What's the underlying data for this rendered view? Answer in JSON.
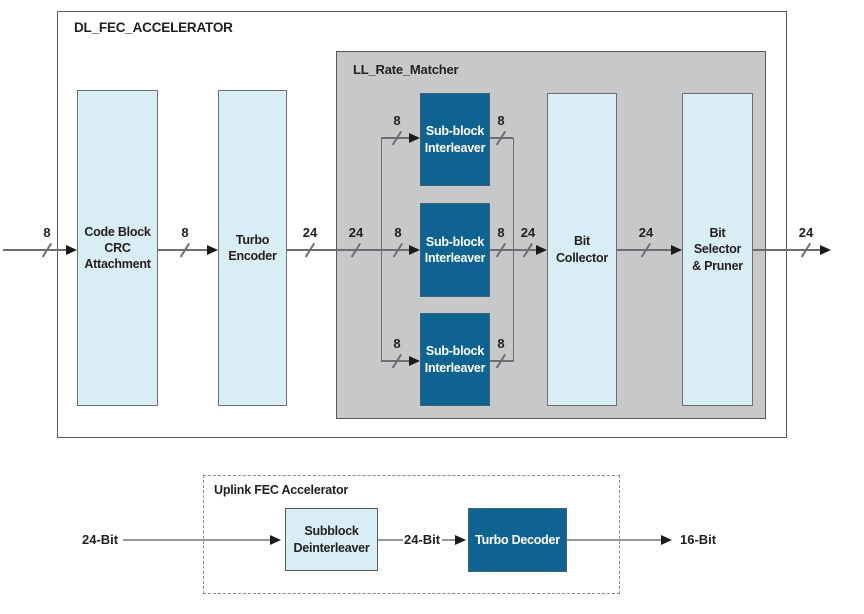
{
  "dl": {
    "title": "DL_FEC_ACCELERATOR",
    "rate_matcher": {
      "title": "LL_Rate_Matcher"
    },
    "blocks": {
      "crc": "Code Block CRC Attachment",
      "turbo_encoder": "Turbo Encoder",
      "subblock_interleaver": "Sub-block Interleaver",
      "bit_collector": "Bit Collector",
      "bit_selector": "Bit Selector & Pruner"
    },
    "bus": {
      "w8": "8",
      "w24": "24"
    }
  },
  "ul": {
    "title": "Uplink FEC Accelerator",
    "blocks": {
      "subblock_deinterleaver": "Subblock Deinterleaver",
      "turbo_decoder": "Turbo Decoder"
    },
    "labels": {
      "input": "24-Bit",
      "mid": "24-Bit",
      "output": "16-Bit"
    }
  },
  "colors": {
    "block_light": "#d9edf4",
    "block_dark": "#0e6390",
    "rate_matcher_bg": "#c7c8ca",
    "wire": "#6d6e71",
    "wire_uplink": "#96989b",
    "text": "#231f20"
  }
}
